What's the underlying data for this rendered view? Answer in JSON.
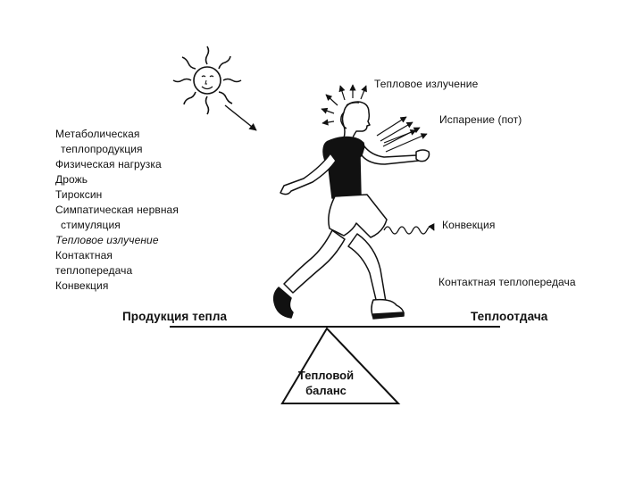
{
  "left_list": [
    "Метаболическая",
    "теплопродукция",
    "Физическая нагрузка",
    "Дрожь",
    "Тироксин",
    "Симпатическая нервная",
    "стимуляция",
    "Тепловое излучение",
    "Контактная",
    "теплопередача",
    "Конвекция"
  ],
  "right_labels": {
    "radiation": "Тепловое излучение",
    "evaporation": "Испарение (пот)",
    "convection": "Конвекция",
    "contact": "Контактная теплопередача"
  },
  "scale": {
    "left": "Продукция тепла",
    "right": "Теплоотдача",
    "fulcrum_line1": "Тепловой",
    "fulcrum_line2": "баланс"
  },
  "colors": {
    "ink": "#111111",
    "background": "#ffffff"
  }
}
